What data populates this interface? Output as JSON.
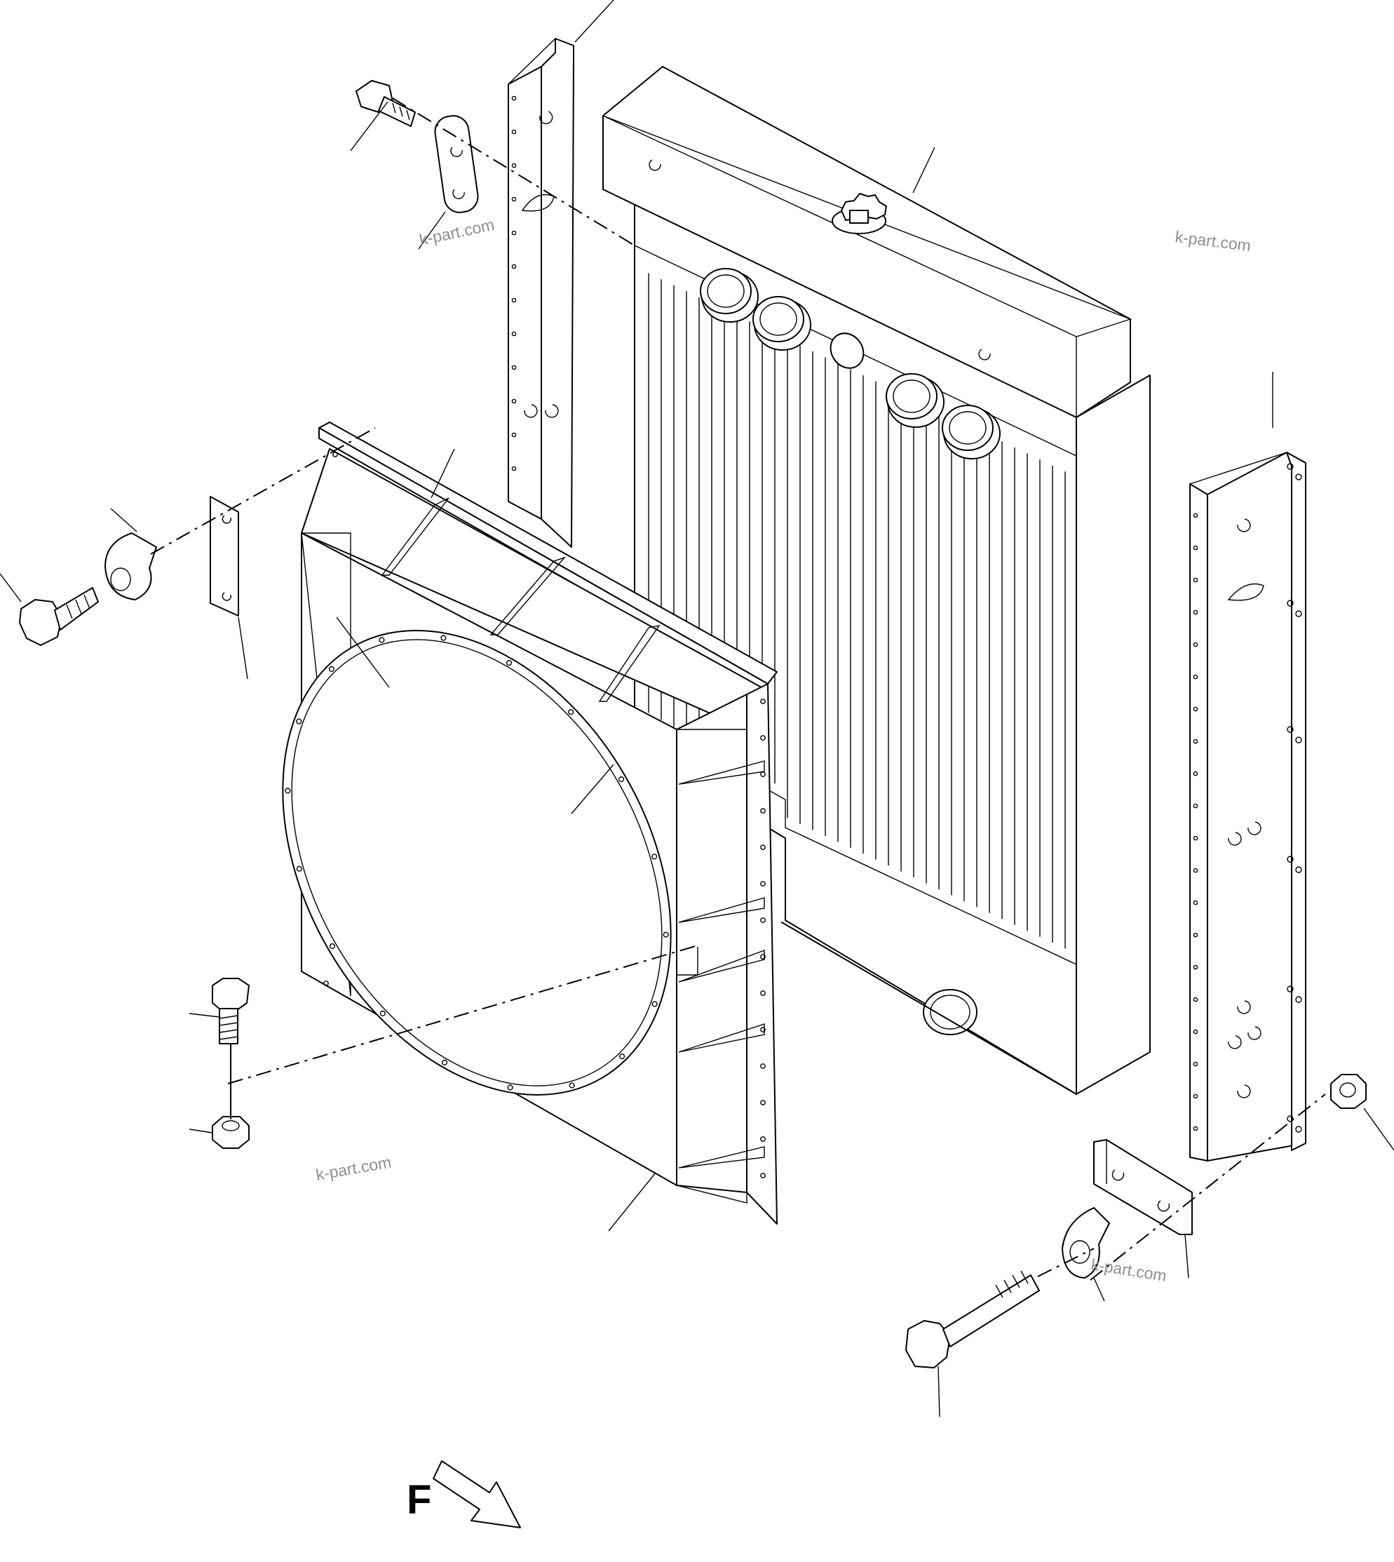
{
  "watermarks": [
    {
      "id": "wm-1",
      "text": "k-part.com"
    },
    {
      "id": "wm-2",
      "text": "k-part.com"
    },
    {
      "id": "wm-3",
      "text": "k-part.com"
    },
    {
      "id": "wm-4",
      "text": "k-part.com"
    }
  ],
  "view_marker": {
    "letter": "F",
    "arrow_icon": "hollow-arrow-icon"
  },
  "parts": [
    "radiator-core",
    "radiator-cap",
    "fan-shroud",
    "shroud-ring",
    "side-bracket-left",
    "side-bracket-right",
    "bolt",
    "washer",
    "plate",
    "nut"
  ],
  "colors": {
    "line": "#000000",
    "background": "#ffffff",
    "watermark": "#8e8e8e"
  }
}
